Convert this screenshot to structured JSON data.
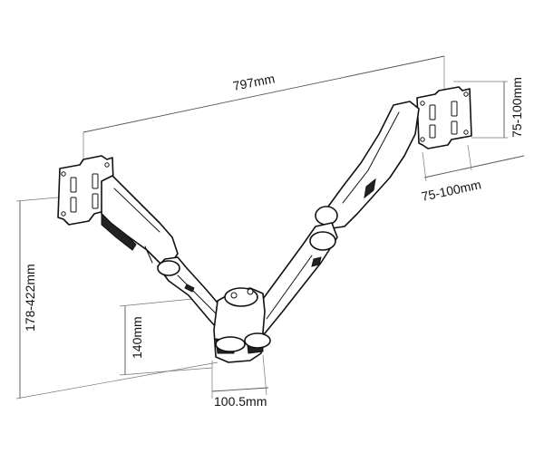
{
  "dimensions": {
    "total_width": "797mm",
    "vesa_vertical": "75-100mm",
    "vesa_horizontal": "75-100mm",
    "height_range": "178-422mm",
    "wall_plate_height": "140mm",
    "wall_plate_width": "100.5mm"
  }
}
